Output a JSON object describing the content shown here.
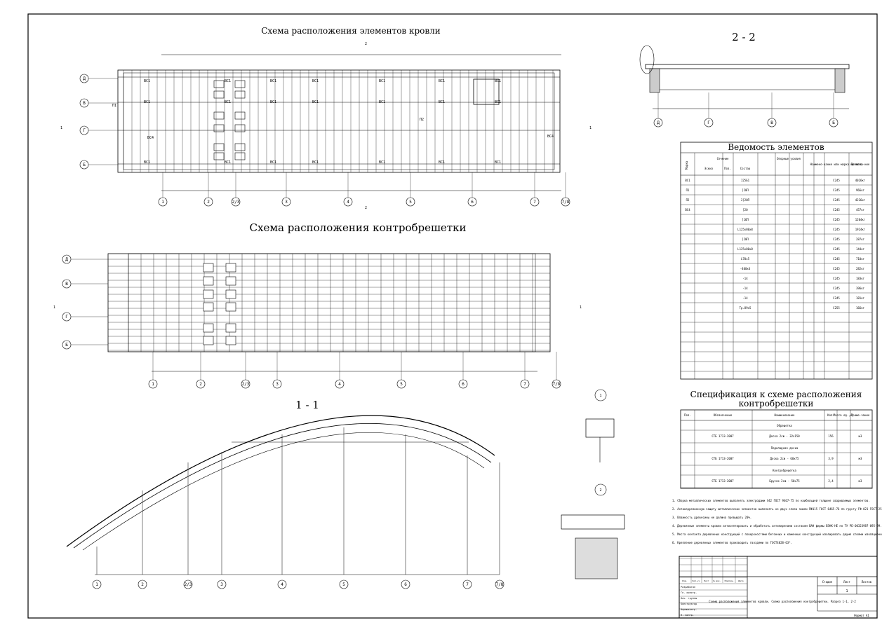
{
  "titles": {
    "roof": "Схема расположения элементов кровли",
    "section22": "2 - 2",
    "counter": "Схема расположения контробрешетки",
    "section11": "1 - 1",
    "spec": "Спецификация к схеме расположения",
    "spec2": "контробрешетки"
  },
  "bubbles": {
    "rows": [
      "Б",
      "В",
      "Г",
      "Д"
    ],
    "cols": [
      "1",
      "2",
      "2/3",
      "3",
      "4",
      "5",
      "6",
      "7",
      "7/8"
    ],
    "section_rows": [
      "Д",
      "Г",
      "В",
      "Б"
    ],
    "det1": "1",
    "det2": "2"
  },
  "labels": {
    "bc1": "ВС1",
    "bc4": "ВС4",
    "p1": "П1",
    "p2": "П2",
    "cut1": "1",
    "cut2": "2"
  },
  "vedomost": {
    "title": "Ведомость элементов",
    "header_mark": "Марка",
    "header_section": "Сечение",
    "header_sketch": "Эскиз",
    "header_pos": "Поз.",
    "header_comp": "Состав",
    "header_forces": "Опорные усилия",
    "header_steel": "Наимено-вание или марка металла",
    "header_note": "Примеча-ние",
    "rows": [
      {
        "mark": "ВС1",
        "comp": "I25Б1",
        "steel": "С245",
        "note": "4026кг"
      },
      {
        "mark": "П1",
        "comp": "[20П",
        "steel": "С245",
        "note": "966кг"
      },
      {
        "mark": "П2",
        "comp": "2[20П",
        "steel": "С245",
        "note": "4226кг"
      },
      {
        "mark": "ВС4",
        "comp": "[20",
        "steel": "С245",
        "note": "457кг"
      },
      {
        "mark": "",
        "comp": "[16П",
        "steel": "С245",
        "note": "1204кг"
      },
      {
        "mark": "",
        "comp": "L125х80х8",
        "steel": "С245",
        "note": "1924кг"
      },
      {
        "mark": "",
        "comp": "[20П",
        "steel": "С245",
        "note": "287кг"
      },
      {
        "mark": "",
        "comp": "L125х80х8",
        "steel": "С245",
        "note": "144кг"
      },
      {
        "mark": "",
        "comp": "L70х5",
        "steel": "С245",
        "note": "710кг"
      },
      {
        "mark": "",
        "comp": "-400х4",
        "steel": "С245",
        "note": "282кг"
      },
      {
        "mark": "",
        "comp": "-14",
        "steel": "С245",
        "note": "183кг"
      },
      {
        "mark": "",
        "comp": "-14",
        "steel": "С245",
        "note": "396кг"
      },
      {
        "mark": "",
        "comp": "-14",
        "steel": "С245",
        "note": "181кг"
      },
      {
        "mark": "",
        "comp": "Тр.89х5",
        "steel": "С255",
        "note": "166кг"
      }
    ]
  },
  "spec": {
    "h_pos": "Поз.",
    "h_design": "Обозначение",
    "h_name": "Наименование",
    "h_qty": "Кол.",
    "h_mass": "Масса ед.,кг",
    "h_note": "Приме-чание",
    "groups": [
      {
        "group": "Обрешетка",
        "design": "СТБ 1713-2007",
        "name": "Доска 2сж - 32х150",
        "qty": "156",
        "note": "м3"
      },
      {
        "group": "Подкладная доска",
        "design": "СТБ 1713-2007",
        "name": "Доска 2сж - 60х75",
        "qty": "3,9",
        "note": "м3"
      },
      {
        "group": "Контробрешетка",
        "design": "СТБ 1713-2007",
        "name": "Брусок 2сж - 50х75",
        "qty": "2,4",
        "note": "м3"
      }
    ]
  },
  "stamp": {
    "sheet_label": "Стадия",
    "list_label": "Лист",
    "lists_label": "Листов",
    "sheet_no": "1",
    "format": "Формат А1",
    "roles": [
      "Разработал",
      "Гл. констр.",
      "Нач. группы",
      "Конструктор",
      "Нормоконтр.",
      "Н. контр."
    ],
    "cols": [
      "Изм.",
      "Кол.уч",
      "Лист",
      "№ док.",
      "Подпись",
      "Дата"
    ],
    "desc": "Схема расположения элементов кровли. Схема расположения контробрешетки. Разрез 1-1, 2-2"
  },
  "notes": [
    "1. Сборка металлических элементов выполнять электродами Э42 ГОСТ 9467-75 по наибольшей толщине свариваемых элементов.",
    "2. Антикоррозионную защиту металлических элементов выполнять не двух слоев эмали ПФ115 ГОСТ 6465-76 по грунту ГФ-021 ГОСТ 25129-82.",
    "3. Влажность древесины не должна превышать 20%.",
    "4. Деревянные элементы кровли антисептировать и обработать антипиренами составом ВАН фирмы ВЭНК-НЕ по ТУ РБ-00323987-095-99.",
    "5. Места контакта деревянных конструкций с поверхностями бетонных и каменных конструкций изолировать двумя слоями изоляционного материала.",
    "6. Крепление деревянных элементов производить гвоздями по ГОСТ4028-63*."
  ]
}
